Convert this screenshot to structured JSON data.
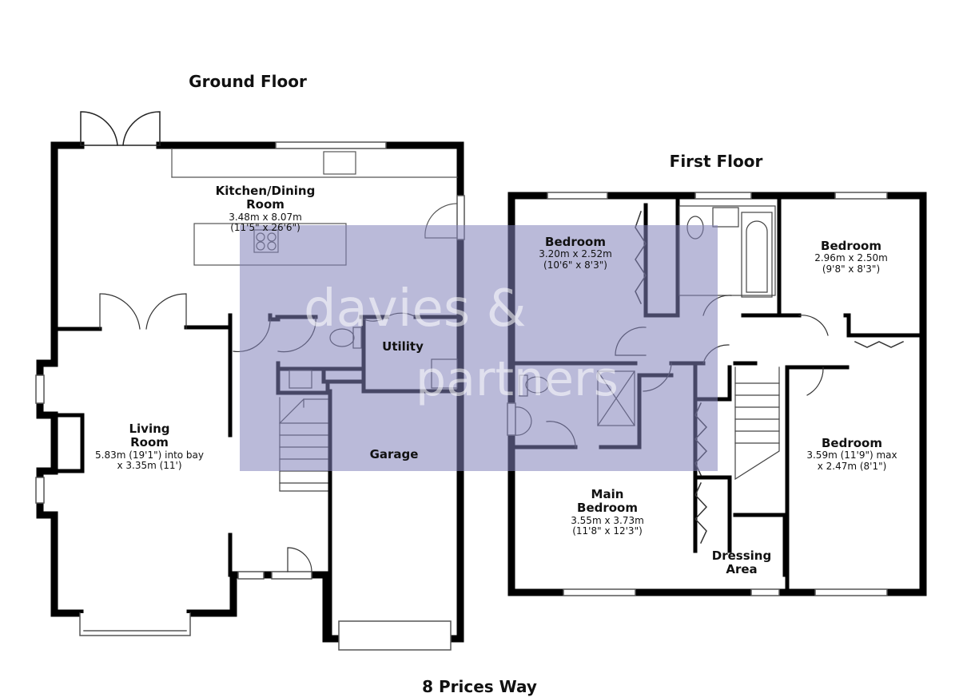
{
  "floors": {
    "ground": {
      "title": "Ground Floor",
      "rooms": {
        "kitchen": {
          "name_1": "Kitchen/Dining",
          "name_2": "Room",
          "dim_1": "3.48m x 8.07m",
          "dim_2": "(11'5\" x 26'6\")"
        },
        "living": {
          "name_1": "Living",
          "name_2": "Room",
          "dim_1": "5.83m (19'1\") into bay",
          "dim_2": "x 3.35m (11')"
        },
        "utility": {
          "name_1": "Utility"
        },
        "garage": {
          "name_1": "Garage"
        }
      }
    },
    "first": {
      "title": "First Floor",
      "rooms": {
        "bedroom_a": {
          "name_1": "Bedroom",
          "dim_1": "3.20m x 2.52m",
          "dim_2": "(10'6\" x 8'3\")"
        },
        "bedroom_b": {
          "name_1": "Bedroom",
          "dim_1": "2.96m x 2.50m",
          "dim_2": "(9'8\" x 8'3\")"
        },
        "bedroom_c": {
          "name_1": "Bedroom",
          "dim_1": "3.59m (11'9\") max",
          "dim_2": "x 2.47m (8'1\")"
        },
        "main_bedroom": {
          "name_1": "Main",
          "name_2": "Bedroom",
          "dim_1": "3.55m x 3.73m",
          "dim_2": "(11'8\" x 12'3\")"
        },
        "dressing": {
          "name_1": "Dressing",
          "name_2": "Area"
        }
      }
    }
  },
  "watermark": {
    "line_1": "davies &",
    "line_2": "partners"
  },
  "address": "8 Prices Way",
  "colors": {
    "wall": "#000000",
    "watermark": "#8282b9",
    "fixture": "#444444"
  }
}
